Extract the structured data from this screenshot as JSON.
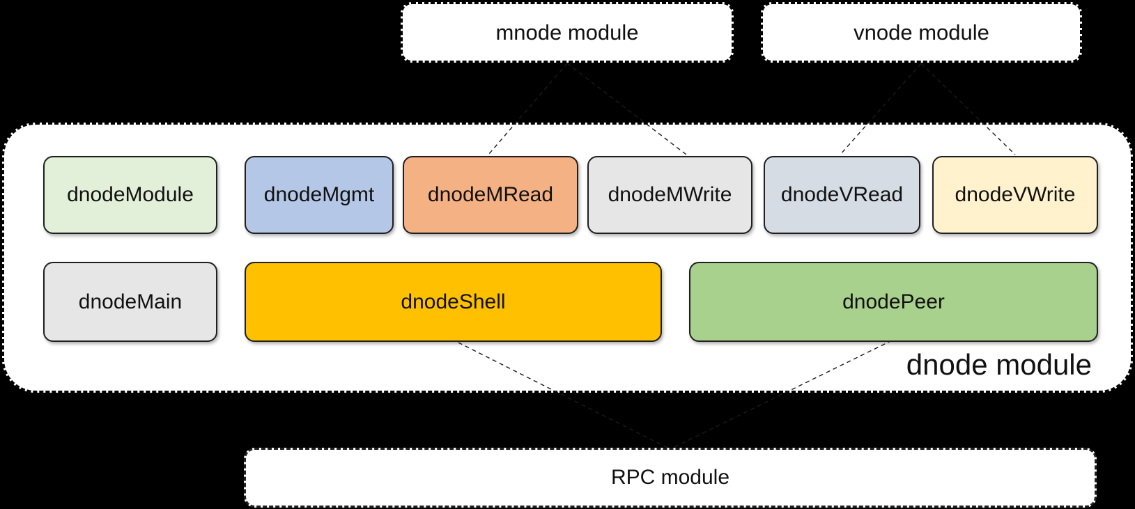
{
  "page": {
    "background": "#000000",
    "container_fill": "#ffffff",
    "line_color": "#1a1a1a"
  },
  "top_modules": [
    {
      "id": "mnode",
      "label": "mnode module"
    },
    {
      "id": "vnode",
      "label": "vnode module"
    }
  ],
  "dnode": {
    "label": "dnode module",
    "row1": [
      {
        "label": "dnodeModule",
        "color": "#E2EFD9"
      },
      {
        "label": "dnodeMgmt",
        "color": "#B4C7E7"
      },
      {
        "label": "dnodeMRead",
        "color": "#F4B183"
      },
      {
        "label": "dnodeMWrite",
        "color": "#E7E6E6"
      },
      {
        "label": "dnodeVRead",
        "color": "#D5DCE4"
      },
      {
        "label": "dnodeVWrite",
        "color": "#FFF2CC"
      }
    ],
    "row2": [
      {
        "label": "dnodeMain",
        "color": "#E7E6E6"
      },
      {
        "label": "dnodeShell",
        "color": "#FFC000"
      },
      {
        "label": "dnodePeer",
        "color": "#A9D18E"
      }
    ]
  },
  "rpc": {
    "label": "RPC module"
  }
}
